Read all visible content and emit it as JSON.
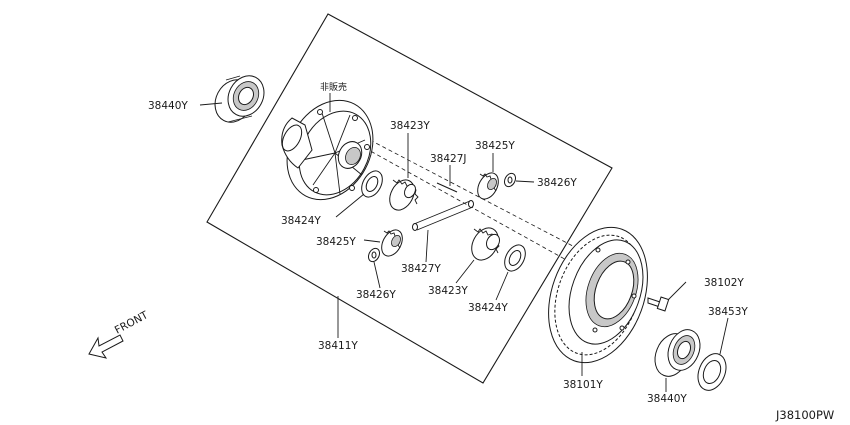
{
  "diagram": {
    "labels": {
      "not_for_sale": "非販売",
      "bearing_top": "38440Y",
      "case_assembly": "38411Y",
      "side_gear_top": "38423Y",
      "pin": "38427J",
      "pinion_top": "38425Y",
      "washer_top": "38426Y",
      "thrust_washer_left": "38424Y",
      "pinion_left": "38425Y",
      "shaft": "38427Y",
      "side_gear_bottom": "38423Y",
      "washer_left": "38426Y",
      "thrust_washer_right": "38424Y",
      "final_gear": "38101Y",
      "bolt": "38102Y",
      "shim": "38453Y",
      "bearing_bottom": "38440Y"
    },
    "front_label": "FRONT",
    "diagram_code": "J38100PW"
  }
}
